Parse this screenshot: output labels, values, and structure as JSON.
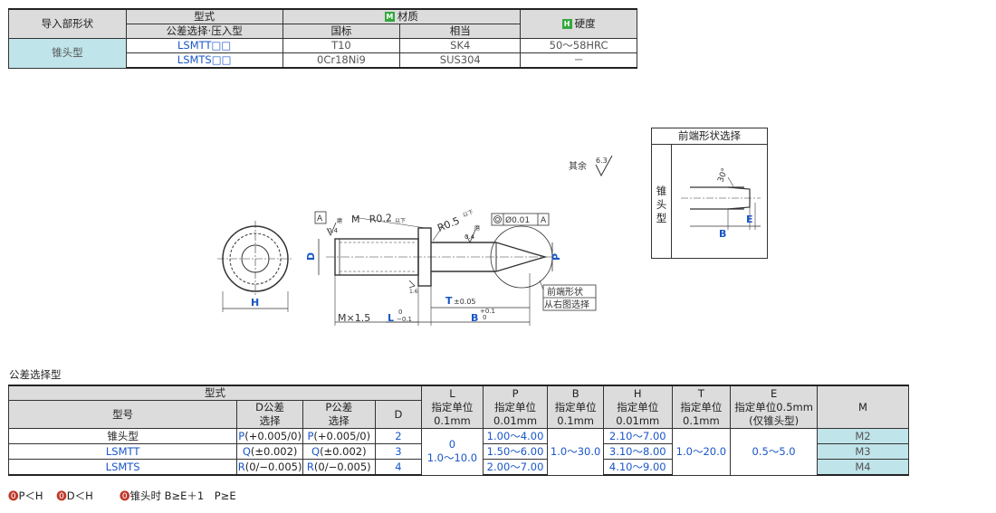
{
  "material_table": {
    "headers": {
      "guide_shape": "导入部形状",
      "type": "型式",
      "tolerance_press": "公差选择·压入型",
      "material_badge": "M",
      "material": "材质",
      "national_std": "国标",
      "equivalent": "相当",
      "hardness_badge": "H",
      "hardness": "硬度"
    },
    "shape_label": "锥头型",
    "rows": [
      {
        "type": "LSMTT□□",
        "national": "T10",
        "equiv": "SK4",
        "hardness": "50～58HRC"
      },
      {
        "type": "LSMTS□□",
        "national": "0Cr18Ni9",
        "equiv": "SUS304",
        "hardness": "－"
      }
    ]
  },
  "drawing": {
    "surface_rest": "其余",
    "surface_value": "6.3",
    "label_A": "A",
    "label_M": "M",
    "label_R02": "R0.2",
    "label_R05": "R0.5",
    "label_yixia": "以下",
    "label_mo": "磨",
    "label_04a": "0.4",
    "label_04b": "0.4",
    "label_16": "1.6",
    "label_tol": "Ø0.01",
    "label_A2": "A",
    "label_D": "D",
    "label_P": "P",
    "label_H": "H",
    "label_T": "T",
    "label_T_tol": "±0.05",
    "label_Mx15": "M×1.5",
    "label_L": "L",
    "label_L_tol_top": "0",
    "label_L_tol_bot": "−0.1",
    "label_B": "B",
    "label_B_tol_top": "+0.1",
    "label_B_tol_bot": "0",
    "note_line1": "前端形状",
    "note_line2": "从右图选择"
  },
  "tip_panel": {
    "title": "前端形状选择",
    "side_label_1": "锥",
    "side_label_2": "头",
    "side_label_3": "型",
    "angle": "30°",
    "label_B": "B",
    "label_E": "E"
  },
  "tolerance_section": {
    "title": "公差选择型",
    "headers": {
      "type": "型式",
      "model": "型号",
      "d_tol_1": "D公差",
      "d_tol_2": "选择",
      "p_tol_1": "P公差",
      "p_tol_2": "选择",
      "D": "D",
      "L": "L",
      "L_sub1": "指定单位",
      "L_sub2": "0.1mm",
      "P": "P",
      "P_sub1": "指定单位",
      "P_sub2": "0.01mm",
      "B": "B",
      "B_sub1": "指定单位",
      "B_sub2": "0.1mm",
      "H": "H",
      "H_sub1": "指定单位",
      "H_sub2": "0.01mm",
      "T": "T",
      "T_sub1": "指定单位",
      "T_sub2": "0.1mm",
      "E": "E",
      "E_sub1": "指定单位0.5mm",
      "E_sub2": "(仅锥头型)",
      "M": "M"
    },
    "rows": [
      {
        "model": "锥头型",
        "d_letter": "P",
        "d_tol": "(+0.005/0)",
        "p_letter": "P",
        "p_tol": "(+0.005/0)",
        "D": "2",
        "P": "1.00～4.00",
        "H": "2.10～7.00",
        "M": "M2"
      },
      {
        "model": "LSMTT",
        "d_letter": "Q",
        "d_tol": "(±0.002)",
        "p_letter": "Q",
        "p_tol": "(±0.002)",
        "D": "3",
        "P": "1.50～6.00",
        "H": "3.10～8.00",
        "M": "M3"
      },
      {
        "model": "LSMTS",
        "d_letter": "R",
        "d_tol": "(0/−0.005)",
        "p_letter": "R",
        "p_tol": "(0/−0.005)",
        "D": "4",
        "P": "2.00～7.00",
        "H": "4.10～9.00",
        "M": "M4"
      }
    ],
    "L_value_1": "0",
    "L_value_2": "1.0～10.0",
    "B_value": "1.0～30.0",
    "T_value": "1.0～20.0",
    "E_value": "0.5～5.0"
  },
  "footnote": {
    "n1": "P＜H",
    "n2": "D＜H",
    "n3": "锥头时 B≥E＋1　P≥E"
  }
}
